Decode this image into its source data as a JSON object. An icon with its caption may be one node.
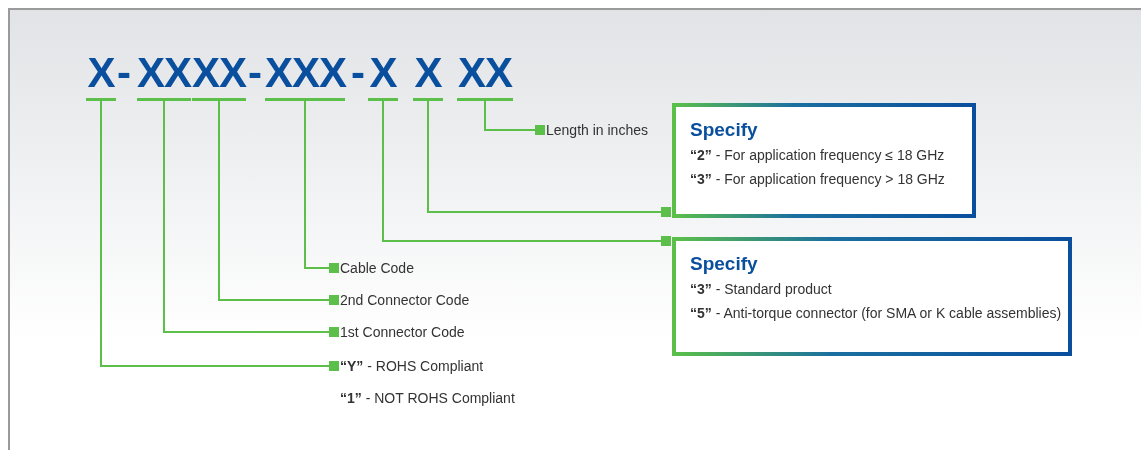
{
  "diagram": {
    "nodes": [
      {
        "text": [
          "X"
        ]
      },
      {
        "text": [
          "XX"
        ]
      },
      {
        "text": [
          "XX"
        ]
      },
      {
        "text": [
          "XXX"
        ]
      },
      {
        "text": [
          "X"
        ]
      },
      {
        "text": [
          "X"
        ]
      },
      {
        "text": [
          "XX"
        ]
      },
      {
        "text": [
          "Length in inches"
        ]
      },
      {
        "text": [
          "Specify",
          "**“2”** - For application frequency ≤ 18 GHz",
          "**“3”** - For application frequency > 18 GHz"
        ]
      },
      {
        "text": [
          "Specify",
          "**“3”** - Standard product",
          "**“5”** - Anti-torque connector (for SMA or K cable assemblies)"
        ]
      },
      {
        "text": [
          "Cable Code"
        ]
      },
      {
        "text": [
          "2nd Connector Code"
        ]
      },
      {
        "text": [
          "1st Connector Code"
        ]
      },
      {
        "text": [
          "**“Y”** - ROHS Compliant",
          "**“1”** - NOT ROHS Compliant"
        ]
      }
    ],
    "edges": [
      {
        "from": 0,
        "to": 13,
        "arrow": "other"
      },
      {
        "from": 1,
        "to": 12,
        "arrow": "other"
      },
      {
        "from": 2,
        "to": 11,
        "arrow": "other"
      },
      {
        "from": 3,
        "to": 10,
        "arrow": "other"
      },
      {
        "from": 4,
        "to": 9,
        "arrow": "other"
      },
      {
        "from": 5,
        "to": 8,
        "arrow": "other"
      },
      {
        "from": 6,
        "to": 7,
        "arrow": "other"
      }
    ],
    "labels": [
      "-",
      "-",
      "-"
    ]
  }
}
